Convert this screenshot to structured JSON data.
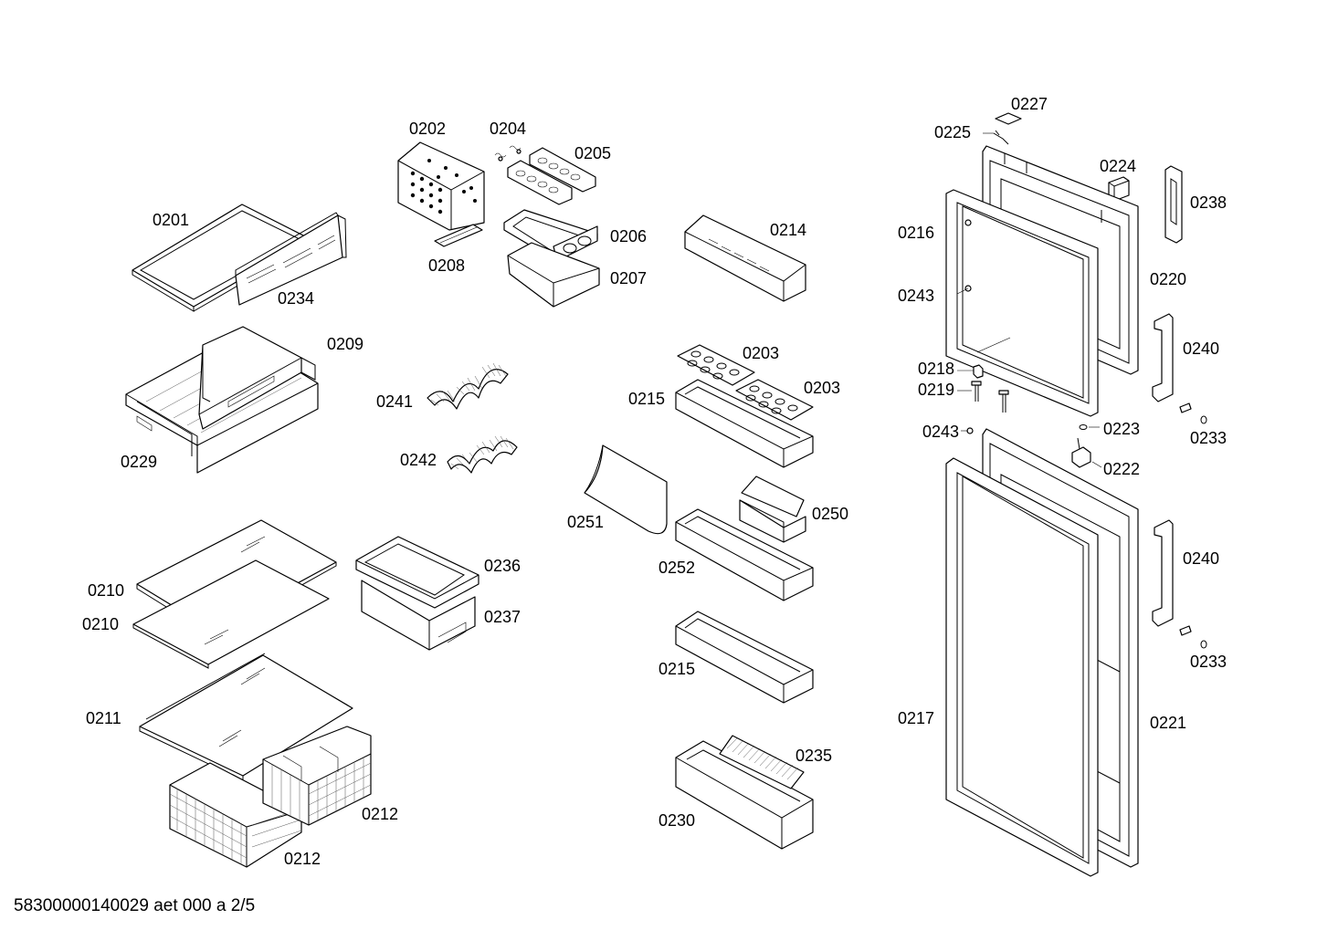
{
  "labels": [
    {
      "id": "0201",
      "text": "0201"
    },
    {
      "id": "0202",
      "text": "0202"
    },
    {
      "id": "0203a",
      "text": "0203"
    },
    {
      "id": "0203b",
      "text": "0203"
    },
    {
      "id": "0204",
      "text": "0204"
    },
    {
      "id": "0205",
      "text": "0205"
    },
    {
      "id": "0206",
      "text": "0206"
    },
    {
      "id": "0207",
      "text": "0207"
    },
    {
      "id": "0208",
      "text": "0208"
    },
    {
      "id": "0209",
      "text": "0209"
    },
    {
      "id": "0210a",
      "text": "0210"
    },
    {
      "id": "0210b",
      "text": "0210"
    },
    {
      "id": "0211",
      "text": "0211"
    },
    {
      "id": "0212a",
      "text": "0212"
    },
    {
      "id": "0212b",
      "text": "0212"
    },
    {
      "id": "0214",
      "text": "0214"
    },
    {
      "id": "0215a",
      "text": "0215"
    },
    {
      "id": "0215b",
      "text": "0215"
    },
    {
      "id": "0216",
      "text": "0216"
    },
    {
      "id": "0217",
      "text": "0217"
    },
    {
      "id": "0218",
      "text": "0218"
    },
    {
      "id": "0219",
      "text": "0219"
    },
    {
      "id": "0220",
      "text": "0220"
    },
    {
      "id": "0221",
      "text": "0221"
    },
    {
      "id": "0222",
      "text": "0222"
    },
    {
      "id": "0223",
      "text": "0223"
    },
    {
      "id": "0224",
      "text": "0224"
    },
    {
      "id": "0225",
      "text": "0225"
    },
    {
      "id": "0227",
      "text": "0227"
    },
    {
      "id": "0229",
      "text": "0229"
    },
    {
      "id": "0230",
      "text": "0230"
    },
    {
      "id": "0233a",
      "text": "0233"
    },
    {
      "id": "0233b",
      "text": "0233"
    },
    {
      "id": "0234",
      "text": "0234"
    },
    {
      "id": "0235",
      "text": "0235"
    },
    {
      "id": "0236",
      "text": "0236"
    },
    {
      "id": "0237",
      "text": "0237"
    },
    {
      "id": "0238",
      "text": "0238"
    },
    {
      "id": "0240a",
      "text": "0240"
    },
    {
      "id": "0240b",
      "text": "0240"
    },
    {
      "id": "0241",
      "text": "0241"
    },
    {
      "id": "0242",
      "text": "0242"
    },
    {
      "id": "0243a",
      "text": "0243"
    },
    {
      "id": "0243b",
      "text": "0243"
    },
    {
      "id": "0250",
      "text": "0250"
    },
    {
      "id": "0251",
      "text": "0251"
    },
    {
      "id": "0252",
      "text": "0252"
    }
  ],
  "footer": {
    "text": "58300000140029 aet 000 a 2/5"
  }
}
